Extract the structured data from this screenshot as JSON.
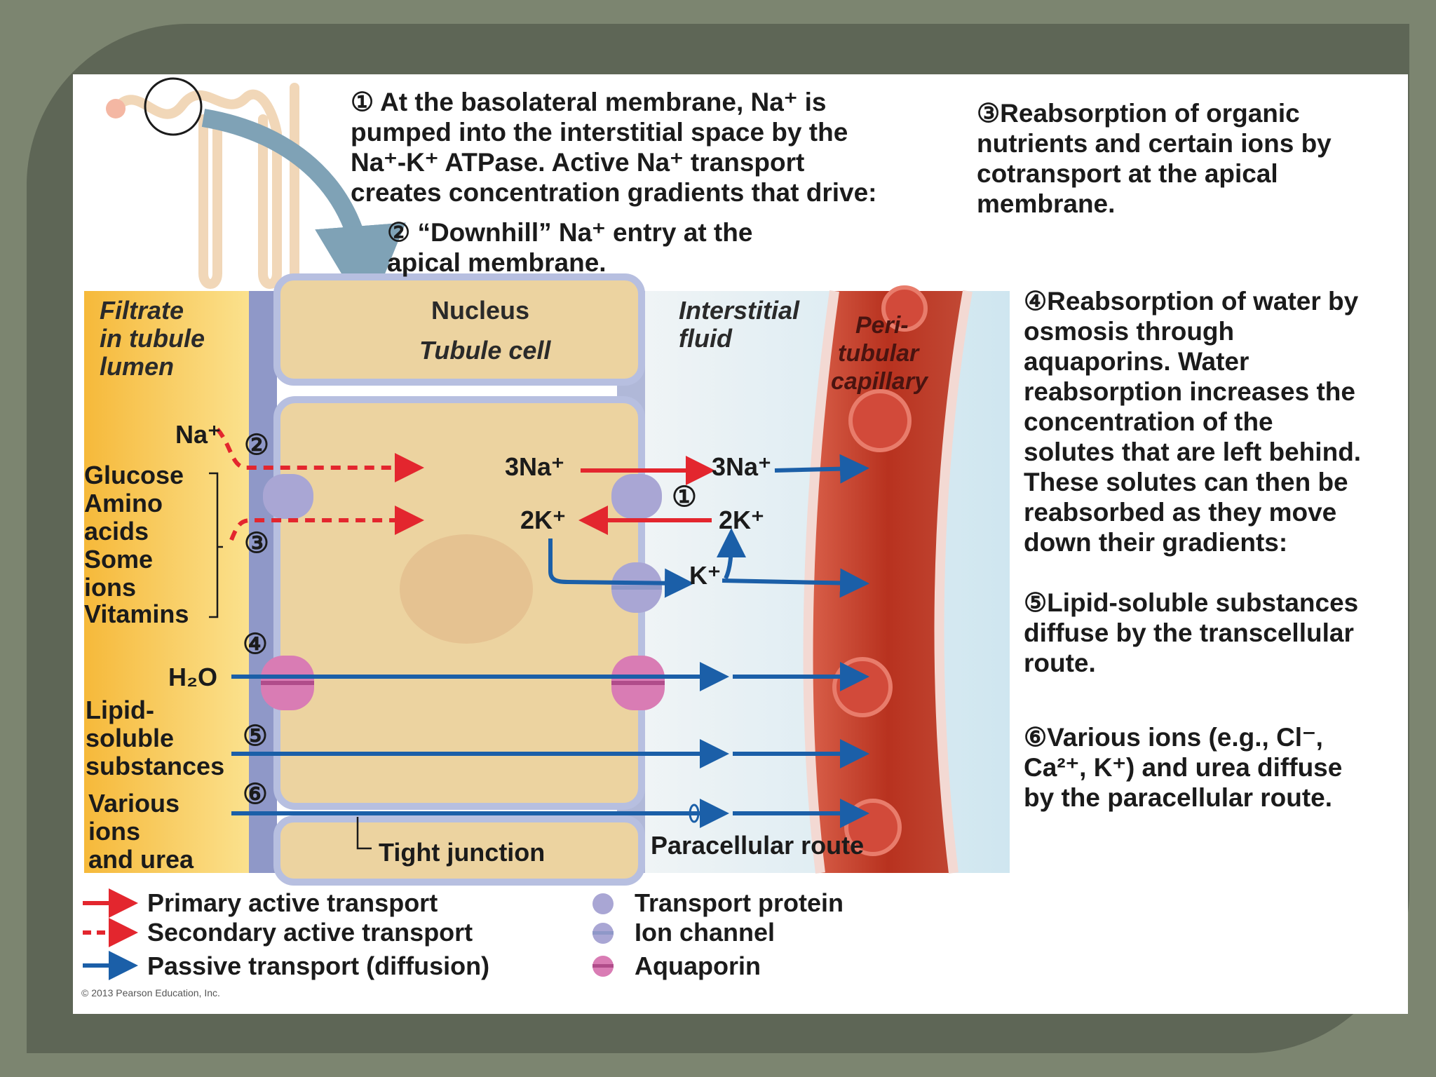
{
  "steps": {
    "step1": "① At the basolateral membrane, Na⁺ is\npumped into the interstitial space by the\nNa⁺-K⁺ ATPase. Active Na⁺ transport\ncreates concentration gradients that drive:",
    "step2": "② “Downhill” Na⁺ entry at the\napical membrane.",
    "step3": "③Reabsorption of organic\nnutrients and certain ions by\ncotransport at the apical\nmembrane.",
    "step4": "④Reabsorption of water by\nosmosis through\naquaporins. Water\nreabsorption increases the\nconcentration of the\nsolutes that are left behind.\nThese solutes can then be\nreabsorbed as they move\ndown their gradients:",
    "step5": "⑤Lipid-soluble substances\ndiffuse by the transcellular\nroute.",
    "step6": "⑥Various ions (e.g., Cl⁻,\nCa²⁺, K⁺) and urea diffuse\nby the paracellular route."
  },
  "regions": {
    "lumen_line1": "Filtrate",
    "lumen_line2": "in tubule",
    "lumen_line3": "lumen",
    "nucleus": "Nucleus",
    "tubule_cell": "Tubule cell",
    "interstitial_line1": "Interstitial",
    "interstitial_line2": "fluid",
    "capillary_line1": "Peri-",
    "capillary_line2": "tubular",
    "capillary_line3": "capillary"
  },
  "substances": {
    "na": "Na⁺",
    "glucose": "Glucose",
    "amino": "Amino",
    "acids": "acids",
    "some": "Some",
    "ions": "ions",
    "vitamins": "Vitamins",
    "h2o": "H₂O",
    "lipid1": "Lipid-",
    "lipid2": "soluble",
    "lipid3": "substances",
    "various1": "Various",
    "various2": "ions",
    "various3": "and urea"
  },
  "ions": {
    "three_na_left": "3Na⁺",
    "three_na_right": "3Na⁺",
    "two_k_left": "2K⁺",
    "two_k_right": "2K⁺",
    "k": "K⁺"
  },
  "markers": {
    "n1": "①",
    "n2": "②",
    "n3": "③",
    "n4": "④",
    "n5": "⑤",
    "n6": "⑥"
  },
  "labels": {
    "tight_junction": "Tight junction",
    "paracellular_route": "Paracellular route"
  },
  "legend": {
    "primary": "Primary active transport",
    "secondary": "Secondary active transport",
    "passive": "Passive transport (diffusion)",
    "transport_protein": "Transport protein",
    "ion_channel": "Ion channel",
    "aquaporin": "Aquaporin"
  },
  "copyright": "© 2013 Pearson Education, Inc.",
  "colors": {
    "primary_arrow": "#e3262e",
    "passive_arrow": "#1b5fa8",
    "transport_protein": "#a9a6d4",
    "aquaporin": "#d97cb4",
    "cell": "#ecd3a0",
    "capillary": "#c23a2a"
  }
}
